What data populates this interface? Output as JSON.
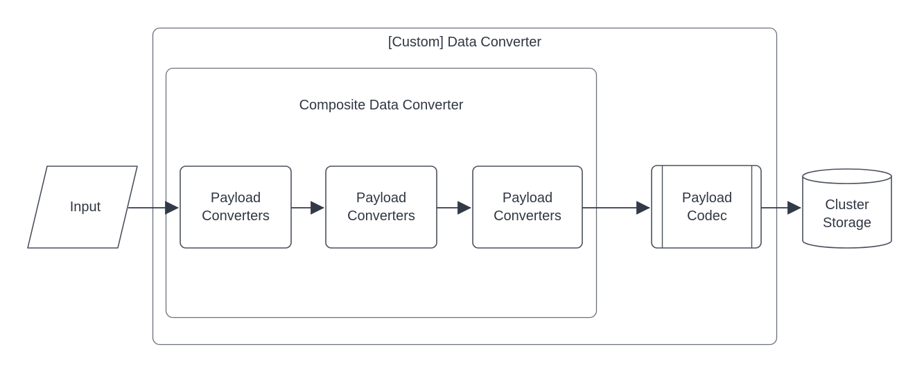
{
  "diagram": {
    "background_color": "#ffffff",
    "container_stroke_color": "#6a707a",
    "shape_stroke_color": "#49505d",
    "arrow_color": "#323a47",
    "text_color": "#2f3743",
    "outer_container": {
      "title": "[Custom] Data Converter"
    },
    "inner_container": {
      "title": "Composite Data Converter"
    },
    "nodes": {
      "input": {
        "label": "Input",
        "shape": "parallelogram"
      },
      "converter1": {
        "label": "Payload Converters",
        "shape": "rounded-rectangle"
      },
      "converter2": {
        "label": "Payload Converters",
        "shape": "rounded-rectangle"
      },
      "converter3": {
        "label": "Payload Converters",
        "shape": "rounded-rectangle"
      },
      "codec": {
        "label": "Payload Codec",
        "shape": "predefined-process"
      },
      "storage": {
        "label": "Cluster Storage",
        "shape": "cylinder"
      }
    },
    "connections": [
      {
        "from": "input",
        "to": "converter1"
      },
      {
        "from": "converter1",
        "to": "converter2"
      },
      {
        "from": "converter2",
        "to": "converter3"
      },
      {
        "from": "converter3",
        "to": "codec"
      },
      {
        "from": "codec",
        "to": "storage"
      }
    ]
  }
}
